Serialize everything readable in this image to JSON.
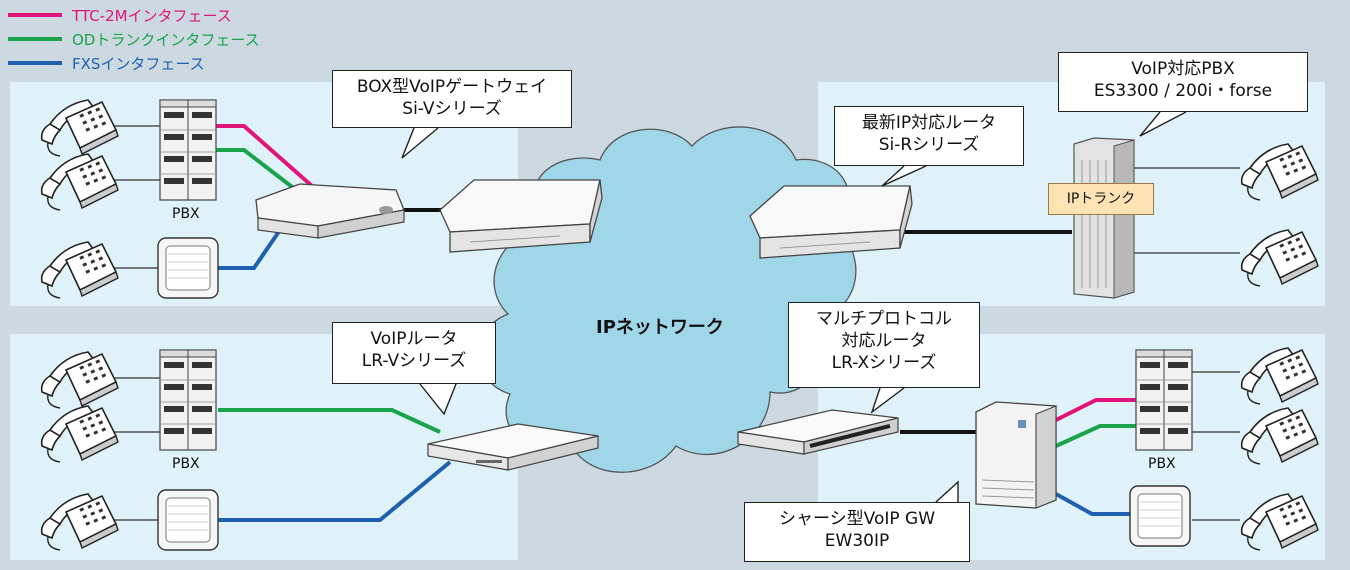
{
  "legend": [
    {
      "label": "TTC-2Mインタフェース",
      "color": "#e0147a"
    },
    {
      "label": "ODトランクインタフェース",
      "color": "#1aa34a"
    },
    {
      "label": "FXSインタフェース",
      "color": "#1f5fb0"
    }
  ],
  "callouts": {
    "box_gw": [
      "BOX型VoIPゲートウェイ",
      "Si-Vシリーズ"
    ],
    "ip_router": [
      "最新IP対応ルータ",
      "Si-Rシリーズ"
    ],
    "voip_pbx": [
      "VoIP対応PBX",
      "ES3300 / 200i・forse"
    ],
    "voip_router": [
      "VoIPルータ",
      "LR-Vシリーズ"
    ],
    "multi_router": [
      "マルチプロトコル",
      "対応ルータ",
      "LR-Xシリーズ"
    ],
    "chassis_gw": [
      "シャーシ型VoIP GW",
      "EW30IP"
    ]
  },
  "ip_trunk_label": "IPトランク",
  "network_label": "IPネットワーク",
  "pbx_label": "PBX",
  "colors": {
    "ttc": "#e0147a",
    "od": "#1aa34a",
    "fxs": "#1f5fb0",
    "panel": "#e0f2f9",
    "cloud": "#9fd6e8"
  }
}
